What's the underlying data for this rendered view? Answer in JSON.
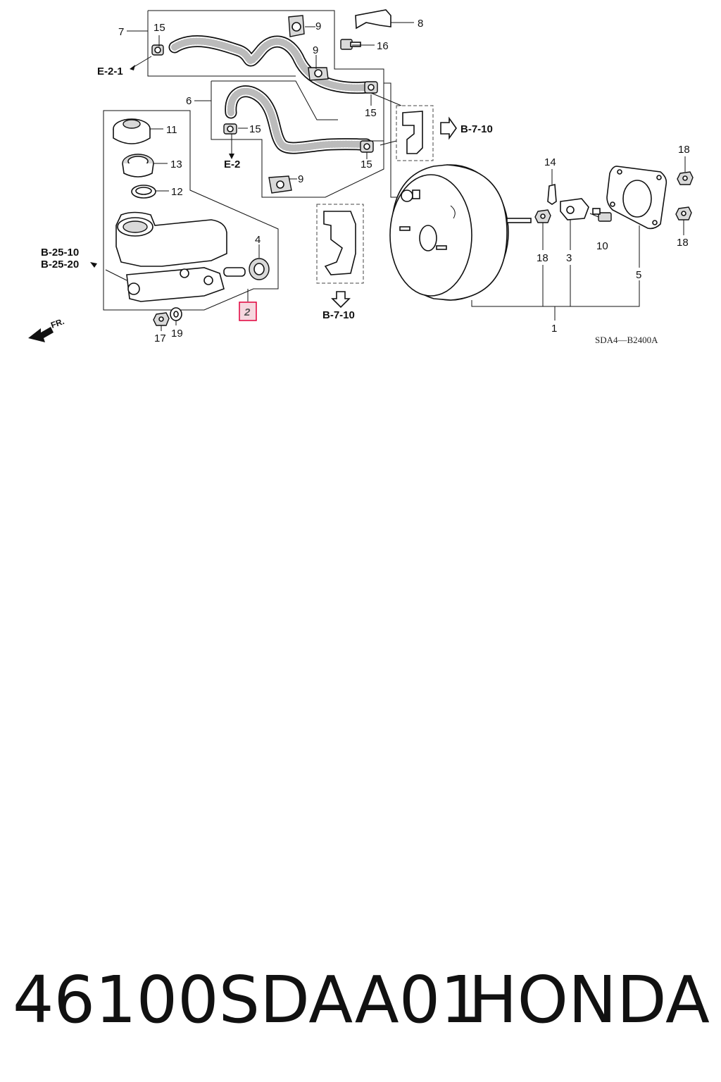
{
  "callouts": {
    "c1": "1",
    "c2": "2",
    "c3": "3",
    "c4": "4",
    "c5": "5",
    "c6": "6",
    "c7": "7",
    "c8": "8",
    "c9a": "9",
    "c9b": "9",
    "c9c": "9",
    "c10": "10",
    "c11": "11",
    "c12": "12",
    "c13": "13",
    "c14": "14",
    "c15a": "15",
    "c15b": "15",
    "c15c": "15",
    "c15d": "15",
    "c16": "16",
    "c17": "17",
    "c18a": "18",
    "c18b": "18",
    "c18c": "18",
    "c19": "19"
  },
  "references": {
    "e21": "E-2-1",
    "e2": "E-2",
    "b710a": "B-7-10",
    "b710b": "B-7-10",
    "b2510": "B-25-10",
    "b2520": "B-25-20"
  },
  "front_marker": "FR.",
  "diagram_code": "SDA4—B2400A",
  "highlighted_part": "2",
  "caption": {
    "part_number": "46100SDAA01",
    "brand": "HONDA"
  },
  "colors": {
    "highlight_border": "#e0003c",
    "highlight_fill": "#f6d7df",
    "line": "#111111"
  }
}
